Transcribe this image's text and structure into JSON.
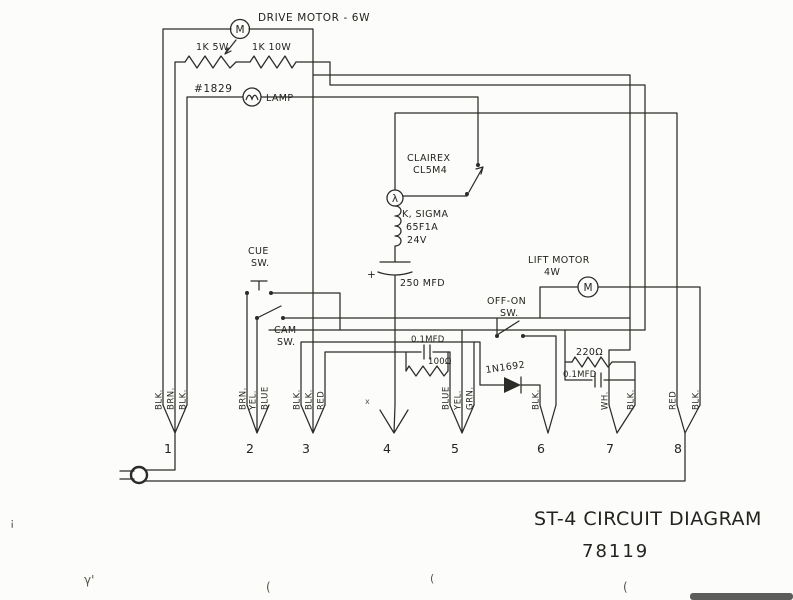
{
  "title": {
    "line1": "ST-4 CIRCUIT DIAGRAM",
    "line2": "78119"
  },
  "labels": {
    "drive_motor": "DRIVE MOTOR - 6W",
    "motor_m": "M",
    "r1": "1K 5W",
    "r2": "1K 10W",
    "lamp_no": "#1829",
    "lamp": "LAMP",
    "clairex1": "CLAIREX",
    "clairex2": "CL5M4",
    "lambda": "λ",
    "relay1": "K, SIGMA",
    "relay2": "65F1A",
    "relay3": "24V",
    "plus": "+",
    "cap250": "250 MFD",
    "cue1": "CUE",
    "cue2": "SW.",
    "cam1": "CAM",
    "cam2": "SW.",
    "offon1": "OFF-ON",
    "offon2": "SW.",
    "lift1": "LIFT MOTOR",
    "lift2": "4W",
    "lift_m": "M",
    "cap01a": "0.1MFD",
    "r100": "100Ω",
    "diode": "1N1692",
    "r220": "220Ω",
    "cap01b": "0.1MFD"
  },
  "terminals": [
    {
      "n": "1",
      "wires": [
        "BLK.",
        "BRN.",
        "BLK."
      ]
    },
    {
      "n": "2",
      "wires": [
        "BRN.",
        "YEL.",
        "BLUE"
      ]
    },
    {
      "n": "3",
      "wires": [
        "BLK.",
        "BLK.",
        "RED"
      ]
    },
    {
      "n": "4",
      "wires": []
    },
    {
      "n": "5",
      "wires": [
        "BLUE",
        "YEL.",
        "GRN."
      ]
    },
    {
      "n": "6",
      "wires": [
        "BLK."
      ]
    },
    {
      "n": "7",
      "wires": [
        "WH.",
        "BLK."
      ]
    },
    {
      "n": "8",
      "wires": [
        "RED",
        "BLK."
      ]
    }
  ],
  "artifacts": [
    "¡",
    "γ'",
    "(",
    "(",
    "(",
    "x"
  ]
}
